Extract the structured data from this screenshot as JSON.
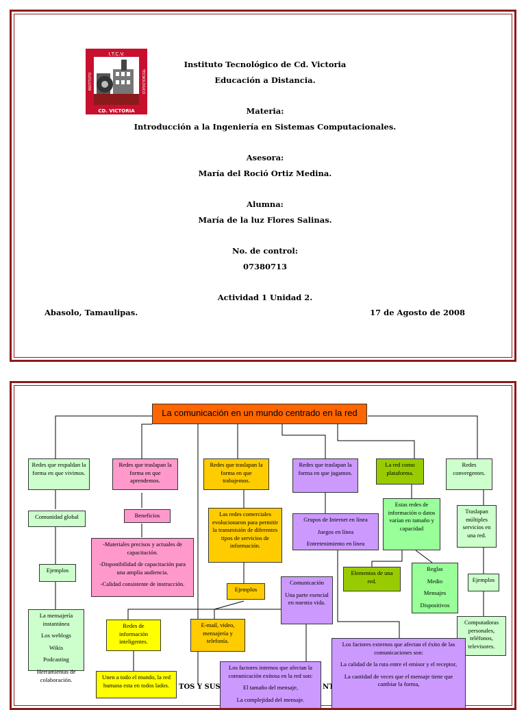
{
  "cover": {
    "institution": "Instituto Tecnológico de Cd. Victoria",
    "program": "Educación a Distancia.",
    "subject_label": "Materia:",
    "subject": "Introducción a la Ingeniería en  Sistemas Computacionales.",
    "advisor_label": "Asesora:",
    "advisor": "María del Roció Ortiz Medina.",
    "student_label": "Alumna:",
    "student": "María de la luz Flores Salinas.",
    "control_label": "No. de control:",
    "control": "07380713",
    "activity": "Actividad 1 Unidad 2.",
    "location": "Abasolo, Tamaulipas.",
    "date": "17 de Agosto de 2008",
    "logo": {
      "top_text": "I.T.C.V.",
      "side_left": "INSTITUTO",
      "side_right": "TECNOLOGICO",
      "bottom_text": "CD. VICTORIA"
    }
  },
  "map": {
    "title": "La comunicación en un mundo centrado en la red",
    "n1": "Redes que respaldan la forma en que vivimos.",
    "n2": "Redes que traslapan la forma en que aprendemos.",
    "n3": "Redes que traslapan la forma en que trabajemos.",
    "n4": "Redes que traslapan la forma en que jugamos.",
    "n5": "La red como plataforma.",
    "n6": "Redes convergentes.",
    "community": "Comunidad global",
    "benefits": "Beneficios",
    "benefits_list": [
      "-Materiales precisos y actuales de capacitación.",
      "-Disponibilidad de capacitación para una amplia audiencia.",
      "-Calidad consistente de instrucción."
    ],
    "business": "Las redes comerciales evolucionaron para permitir la transmisión de diferentes tipos de servicios de información.",
    "games_list": [
      "Grupos de Internet en línea",
      "Juegos en línea",
      "Entretenimiento en línea"
    ],
    "platform_desc": "Estas redes de información o datos varían en tamaño y capacidad",
    "overlap": "Traslapan múltiples servicios en una red.",
    "examples1": "Ejemplos",
    "examples2": "Ejemplos",
    "examples3": "Ejemplos",
    "elements": "Elementos de una red.",
    "rules_list": [
      "Reglas",
      "Medio",
      "Mensajes",
      "Dispositivos"
    ],
    "life_examples": [
      "La mensajería instantánea",
      "Los weblogs",
      "Wikis",
      "Podcasting",
      "Herramientas de colaboración."
    ],
    "smart_nets": "Redes de información inteligentes.",
    "services": "E-mail, video, mensajería y telefonía.",
    "communication": "Comunicación",
    "communication_desc": "Una parte esencial en nuestra vida.",
    "devices": "Computadoras personales, teléfonos, televisores.",
    "unite": "Unen a todo el mundo, la red humana esta en todos lados.",
    "internal": [
      "Los factores internos que afectan la comunicación exitosa en la red son:",
      "El tamaño del mensaje,",
      "La complejidad del mensaje."
    ],
    "external": [
      "Los factores externos que afectan el éxito de las comunicaciones son:",
      "La calidad de la ruta entre el emisor y el receptor,",
      "La cantidad de veces que el mensaje tiene que cambiar la forma,"
    ],
    "hidden_fragment_a": "TOS Y SUS",
    "hidden_fragment_b": "NT"
  }
}
